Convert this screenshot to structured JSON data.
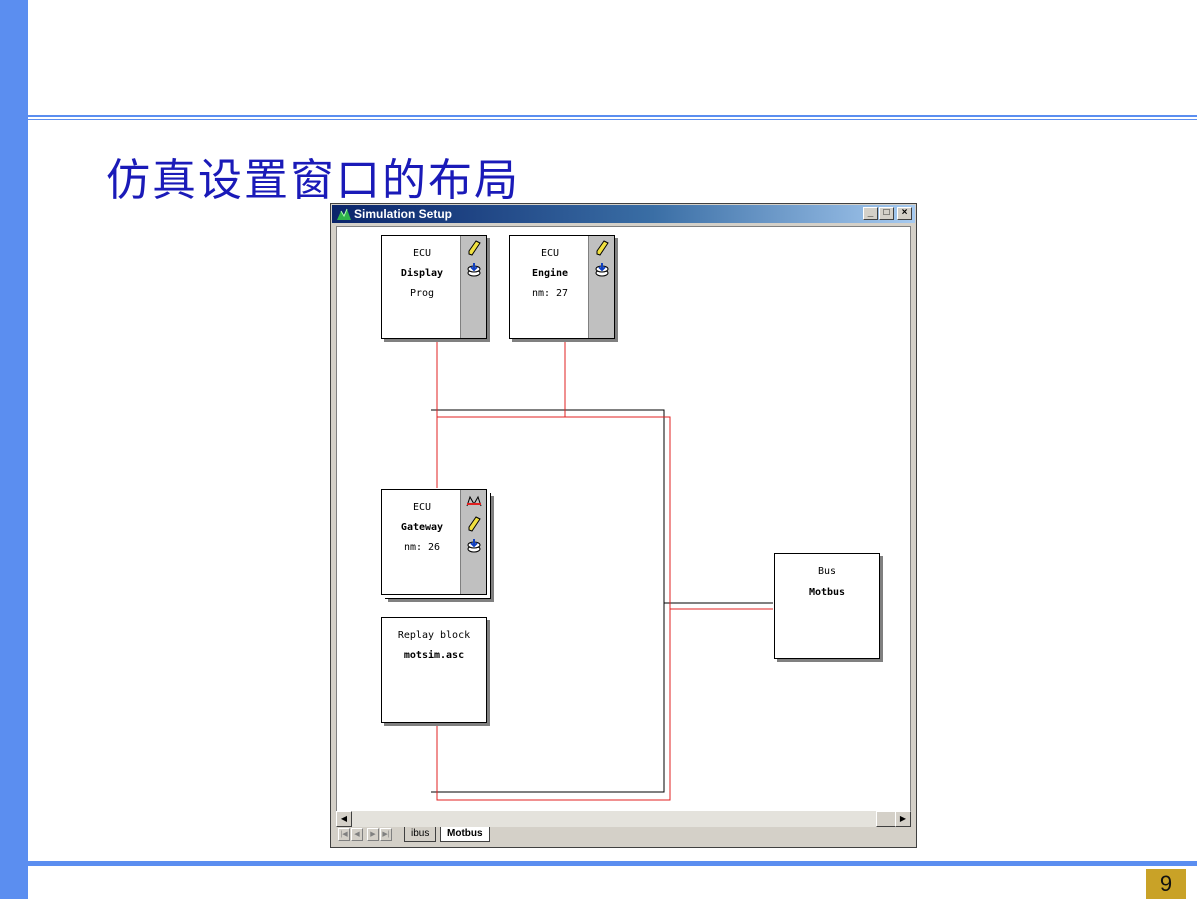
{
  "slide": {
    "title": "仿真设置窗口的布局",
    "page_number": "9"
  },
  "window": {
    "title": "Simulation Setup",
    "buttons": {
      "minimize": "_",
      "maximize": "□",
      "close": "×"
    }
  },
  "nodes": {
    "display": {
      "l1": "ECU",
      "l2": "Display",
      "l3": "Prog"
    },
    "engine": {
      "l1": "ECU",
      "l2": "Engine",
      "l3": "nm: 27"
    },
    "gateway": {
      "l1": "ECU",
      "l2": "Gateway",
      "l3": "nm: 26"
    },
    "replay": {
      "l1": "Replay block",
      "l2": "motsim.asc"
    },
    "bus": {
      "l1": "Bus",
      "l2": "Motbus"
    }
  },
  "colors": {
    "bus_black": "#000000",
    "bus_red": "#e02020"
  },
  "tabs": [
    {
      "label": "ibus",
      "active": false
    },
    {
      "label": "Motbus",
      "active": true
    }
  ]
}
